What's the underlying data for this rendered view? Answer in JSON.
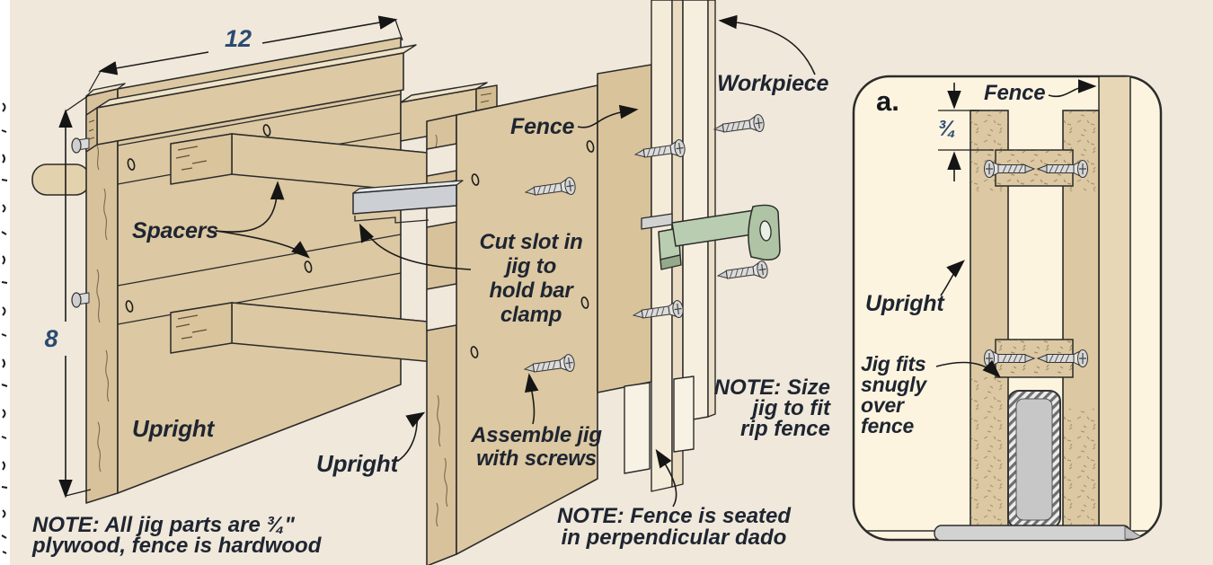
{
  "main": {
    "dim_width": "12",
    "dim_height": "8",
    "labels": {
      "spacers": "Spacers",
      "upright_left": "Upright",
      "upright_right": "Upright",
      "fence": "Fence",
      "workpiece": "Workpiece"
    },
    "callouts": {
      "cut_slot": [
        "Cut slot in",
        "jig to",
        "hold bar",
        "clamp"
      ],
      "assemble": [
        "Assemble jig",
        "with screws"
      ]
    },
    "notes": {
      "size": {
        "prefix": "NOTE:",
        "l1": " Size",
        "l2": "jig to fit",
        "l3": "rip fence"
      },
      "seated": {
        "prefix": "NOTE:",
        "l1": " Fence is seated",
        "l2": "in perpendicular dado"
      },
      "materials": {
        "prefix": "NOTE:",
        "l1": " All jig parts are ¾\"",
        "l2": "plywood, fence is hardwood"
      }
    }
  },
  "inset": {
    "tag": "a.",
    "fence": "Fence",
    "thickness": "¾",
    "upright": "Upright",
    "snug": [
      "Jig fits",
      "snugly",
      "over",
      "fence"
    ]
  },
  "colors": {
    "background": "#f0e8da",
    "wood": "#dcc8a2",
    "wood_light": "#efe3c8",
    "wood_edge": "#d8c29c",
    "board_cream": "#f4ecd9",
    "clamp_green": "#b9cdb0",
    "metal_gray": "#d6d6d6",
    "label_text": "#1e2531",
    "dimension_text": "#2b4a72",
    "inset_bg": "#fdf4df"
  }
}
